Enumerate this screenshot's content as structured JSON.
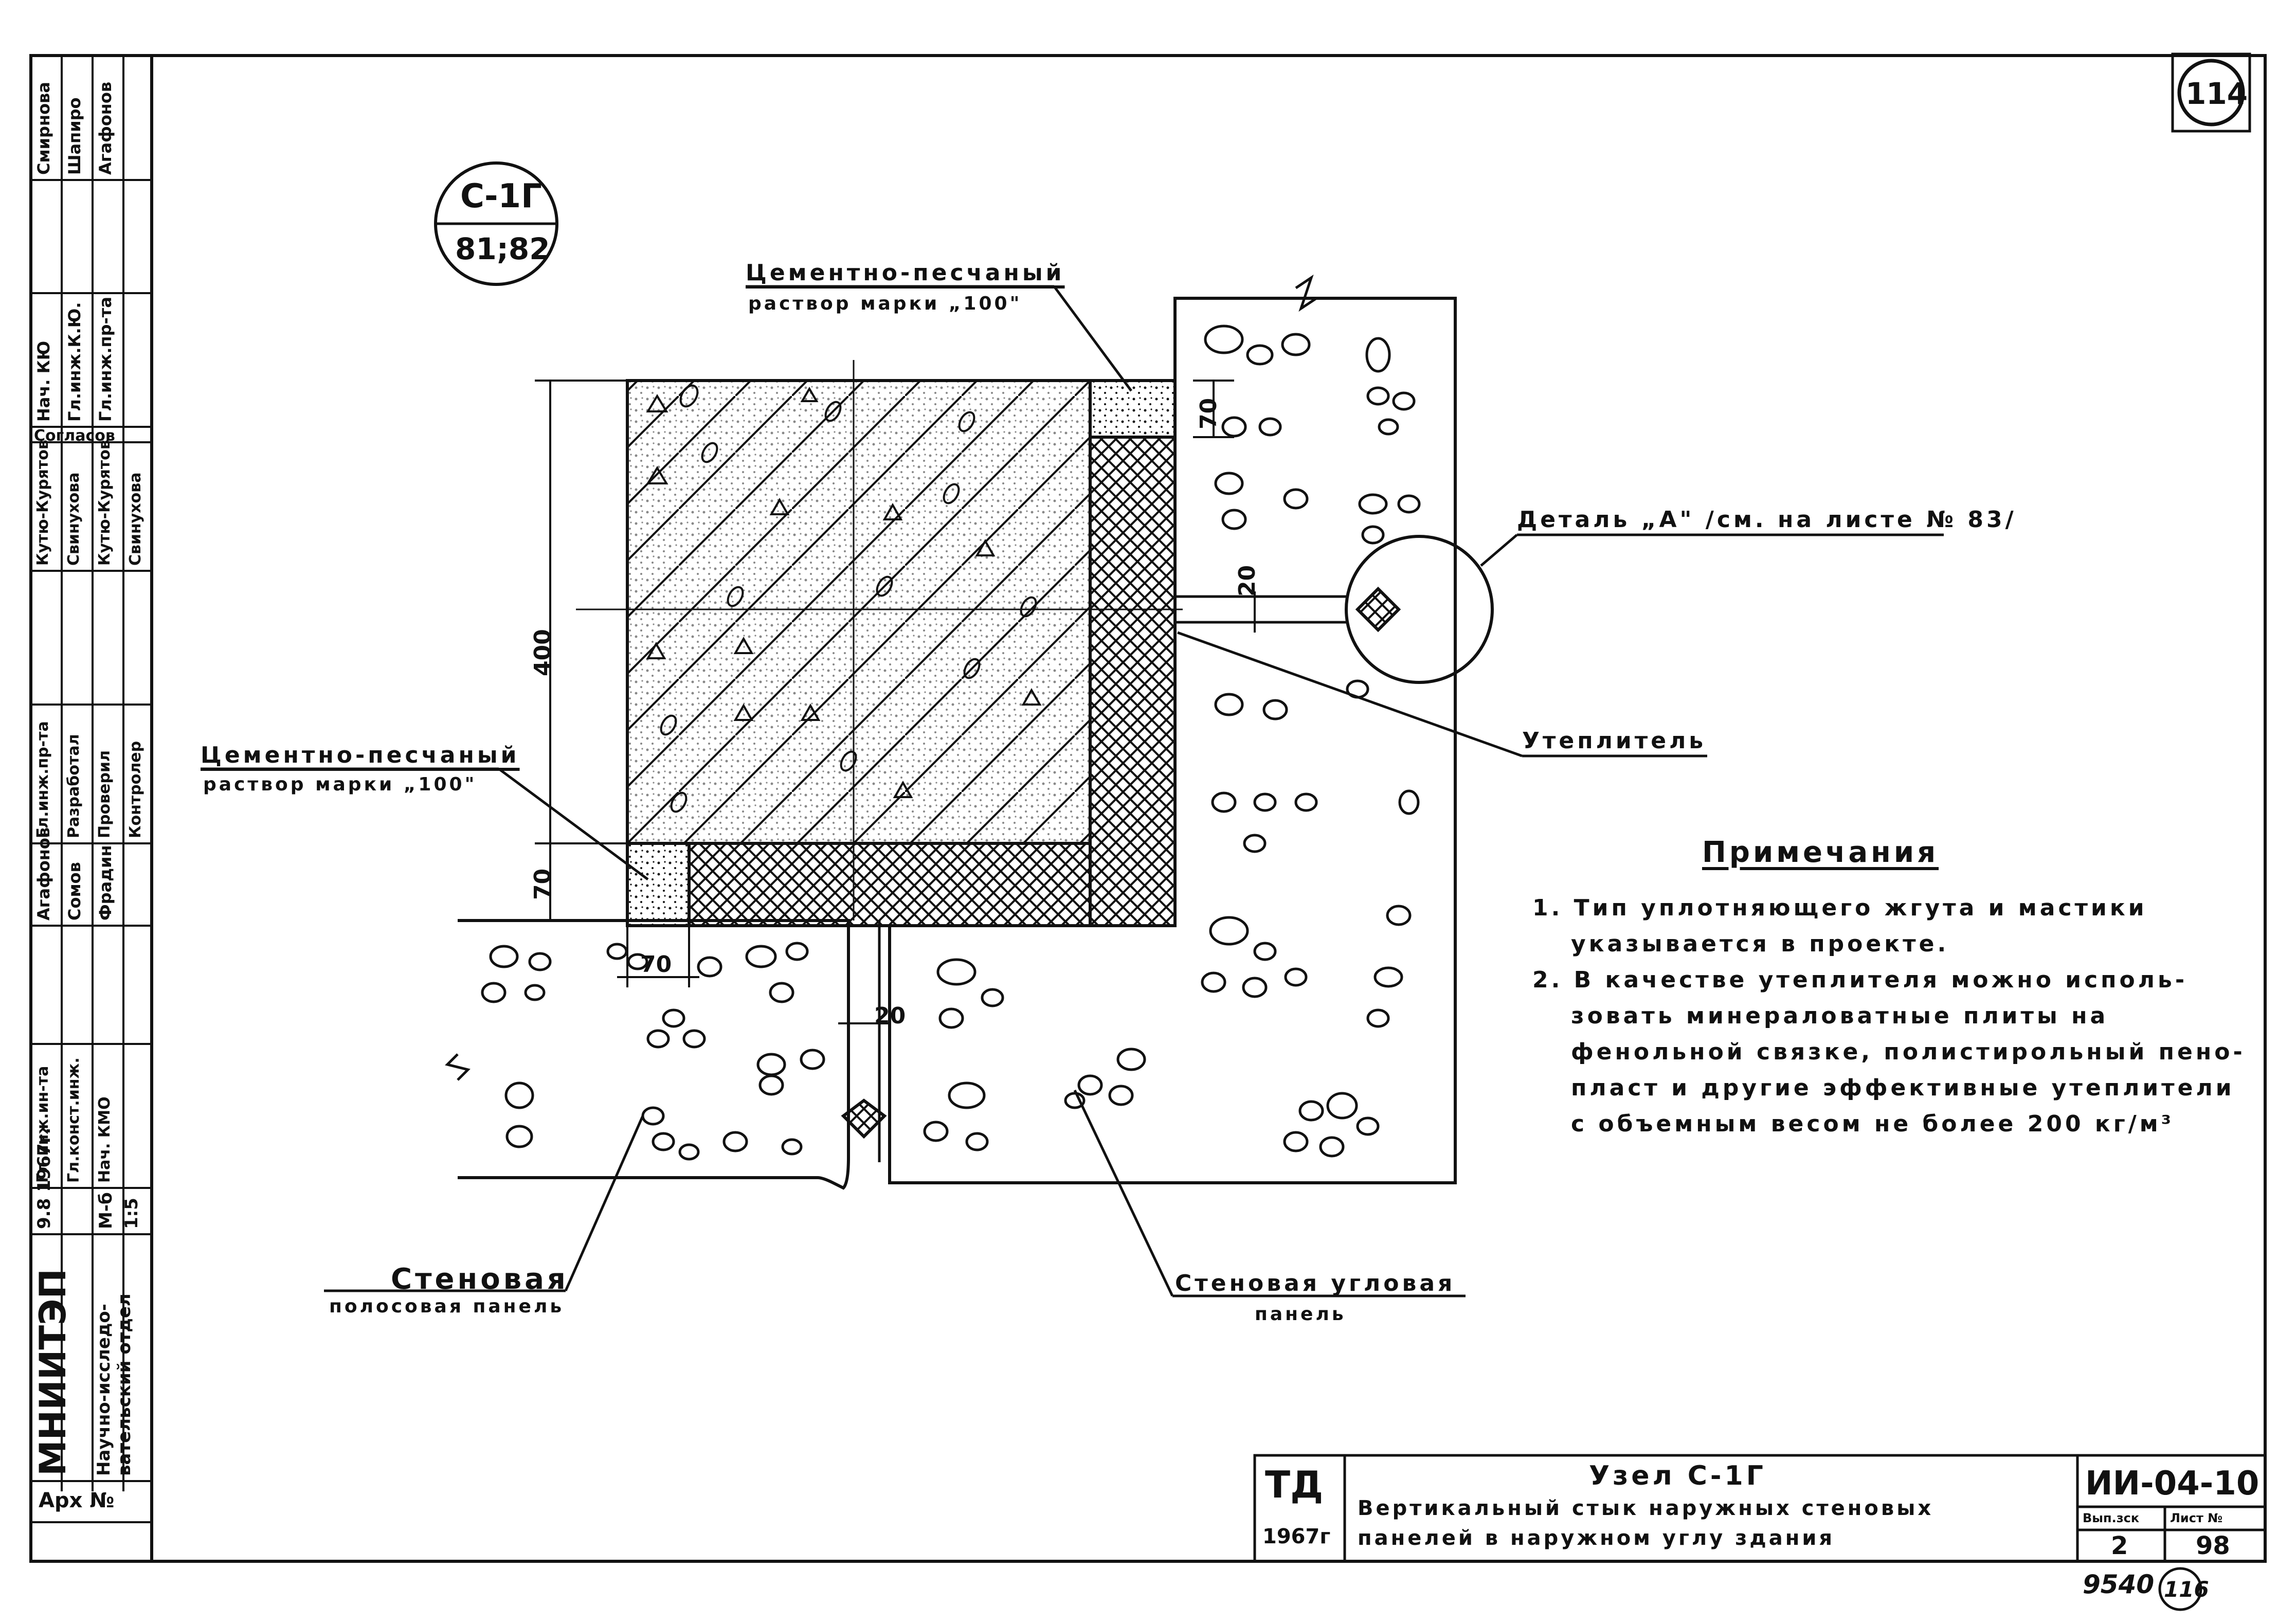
{
  "sheet_badge": "114",
  "node_ref": {
    "top": "С-1Г",
    "bottom": "81;82"
  },
  "callouts": {
    "mortar_top": {
      "line1": "Цементно-песчаный",
      "line2": "раствор марки „100\""
    },
    "mortar_left": {
      "line1": "Цементно-песчаный",
      "line2": "раствор марки „100\""
    },
    "detail_ref": "Деталь „А\" /см. на листе № 83/",
    "insulation": "Утеплитель",
    "strip_panel": {
      "line1": "Стеновая",
      "line2": "полосовая панель"
    },
    "corner_panel": {
      "line1": "Стеновая угловая",
      "line2": "панель"
    }
  },
  "dimensions": {
    "d400": "400",
    "d70_left": "70",
    "d70_top": "70",
    "d70_bottom": "70",
    "d20_vertical": "20",
    "d20_horizontal": "20"
  },
  "notes": {
    "title": "Примечания",
    "item1": [
      "1. Тип уплотняющего жгута и мастики",
      "указывается в проекте."
    ],
    "item2": [
      "2. В качестве утеплителя можно исполь-",
      "зовать минераловатные плиты на",
      "фенольной связке, полистирольный пено-",
      "пласт и другие эффективные утеплители",
      "с объемным весом не более 200 кг/м³"
    ]
  },
  "stamp": {
    "org": "МНИИТЭП",
    "dept": [
      "Научно-исследо-",
      "вательский отдел"
    ],
    "date": "9.8 1967г.",
    "scale": [
      "М-б",
      "1:5"
    ],
    "arh": "Арх №",
    "roles_a": [
      "Нач. КЮ",
      "Гл.инж.К.Ю.",
      "Гл.инж.пр-та"
    ],
    "names_a": [
      "Смирнова",
      "Шапиро",
      "Агафонов"
    ],
    "agreed": "Согласов",
    "roles_b": [
      "Гл.инж.пр-та",
      "Разработал",
      "Проверил",
      "Контролер"
    ],
    "names_b": [
      "Кутю-Курятов",
      "Свинухова",
      "Кутю-Курятов",
      "Свинухова"
    ],
    "roles_c": [
      "Гл.инж.ин-та",
      "Гл.конст.инж.",
      "Нач. КМО"
    ],
    "names_c": [
      "Агафонов",
      "Сомов",
      "Фрадин"
    ]
  },
  "title_block": {
    "ta": "ТД",
    "year": "1967г",
    "node": "Узел С-1Г",
    "desc1": "Вертикальный стык наружных стеновых",
    "desc2": "панелей в наружном углу здания",
    "code": "ИИ-04-10",
    "issue_label": "Вып.зск",
    "sheet_label": "Лист №",
    "issue": "2",
    "sheet": "98"
  },
  "archive_no": "9540",
  "archive_circle": "116"
}
